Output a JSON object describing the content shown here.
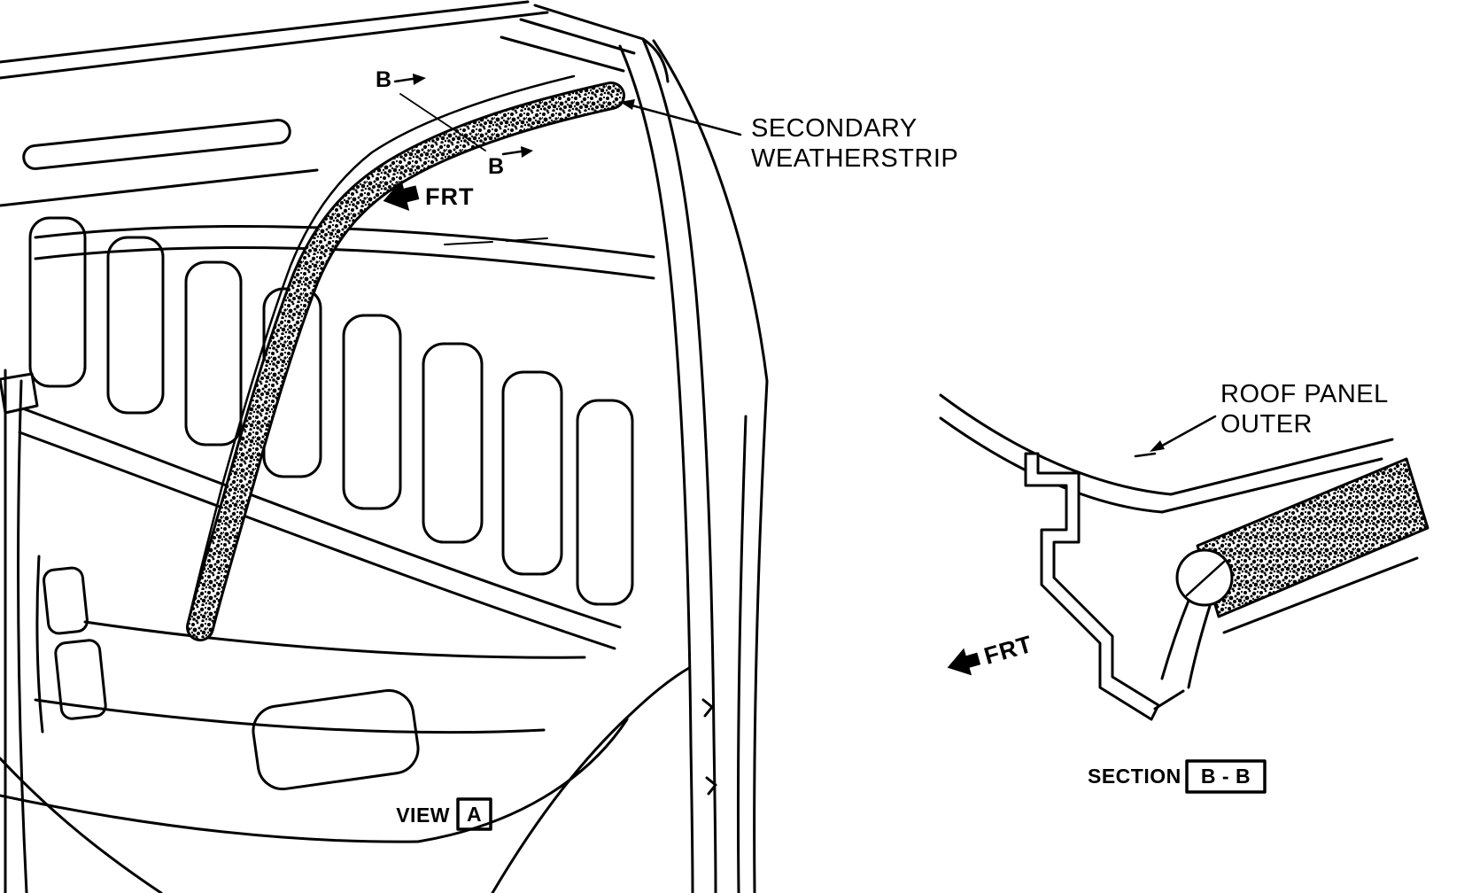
{
  "page": {
    "paper_color": "#ffffff",
    "ink_color": "#000000",
    "description_colors": {
      "weatherstrip_texture": "#000000"
    }
  },
  "left_view": {
    "section_marker_top": "B",
    "section_marker_bottom": "B",
    "frt_label": "FRT",
    "callout_line1": "SECONDARY",
    "callout_line2": "WEATHERSTRIP",
    "caption_word": "VIEW",
    "caption_boxed_letter": "A"
  },
  "right_view": {
    "frt_label": "FRT",
    "callout_line1": "ROOF PANEL",
    "callout_line2": "OUTER",
    "caption_word": "SECTION",
    "caption_boxed_letters": "B - B"
  }
}
